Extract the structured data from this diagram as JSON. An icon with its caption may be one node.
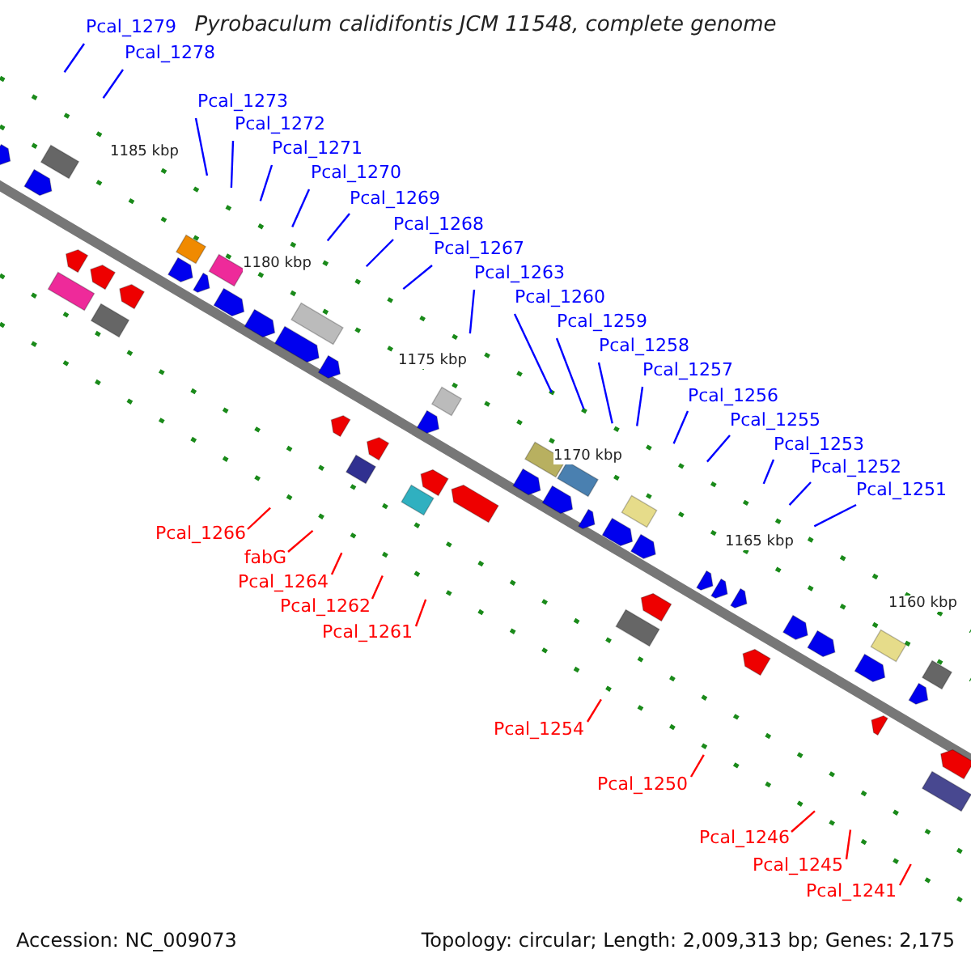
{
  "diagram": {
    "title": "Pyrobaculum calidifontis JCM 11548, complete genome",
    "nodes": [
      {
        "text": [
          "Pcal_1279"
        ]
      },
      {
        "text": [
          "Pcal_1278"
        ]
      },
      {
        "text": [
          "Pcal_1273"
        ]
      },
      {
        "text": [
          "Pcal_1272"
        ]
      },
      {
        "text": [
          "Pcal_1271"
        ]
      },
      {
        "text": [
          "Pcal_1270"
        ]
      },
      {
        "text": [
          "Pcal_1269"
        ]
      },
      {
        "text": [
          "Pcal_1268"
        ]
      },
      {
        "text": [
          "Pcal_1267"
        ]
      },
      {
        "text": [
          "Pcal_1263"
        ]
      },
      {
        "text": [
          "Pcal_1260"
        ]
      },
      {
        "text": [
          "Pcal_1259"
        ]
      },
      {
        "text": [
          "Pcal_1258"
        ]
      },
      {
        "text": [
          "Pcal_1257"
        ]
      },
      {
        "text": [
          "Pcal_1256"
        ]
      },
      {
        "text": [
          "Pcal_1255"
        ]
      },
      {
        "text": [
          "Pcal_1253"
        ]
      },
      {
        "text": [
          "Pcal_1252"
        ]
      },
      {
        "text": [
          "Pcal_1251"
        ]
      },
      {
        "text": [
          "Pcal_1266"
        ]
      },
      {
        "text": [
          "fabG"
        ]
      },
      {
        "text": [
          "Pcal_1264"
        ]
      },
      {
        "text": [
          "Pcal_1262"
        ]
      },
      {
        "text": [
          "Pcal_1261"
        ]
      },
      {
        "text": [
          "Pcal_1254"
        ]
      },
      {
        "text": [
          "Pcal_1250"
        ]
      },
      {
        "text": [
          "Pcal_1246"
        ]
      },
      {
        "text": [
          "Pcal_1245"
        ]
      },
      {
        "text": [
          "Pcal_1241"
        ]
      }
    ],
    "edges": [
      {
        "from": 0,
        "to": null,
        "arrow": "none"
      },
      {
        "from": 1,
        "to": null,
        "arrow": "none"
      },
      {
        "from": 2,
        "to": null,
        "arrow": "none"
      },
      {
        "from": 3,
        "to": null,
        "arrow": "none"
      },
      {
        "from": 4,
        "to": null,
        "arrow": "none"
      },
      {
        "from": 5,
        "to": null,
        "arrow": "none"
      },
      {
        "from": 6,
        "to": null,
        "arrow": "none"
      },
      {
        "from": 7,
        "to": null,
        "arrow": "none"
      },
      {
        "from": 8,
        "to": null,
        "arrow": "none"
      },
      {
        "from": 9,
        "to": null,
        "arrow": "none"
      },
      {
        "from": 10,
        "to": null,
        "arrow": "none"
      },
      {
        "from": 11,
        "to": null,
        "arrow": "none"
      },
      {
        "from": 12,
        "to": null,
        "arrow": "none"
      },
      {
        "from": 13,
        "to": null,
        "arrow": "none"
      },
      {
        "from": 14,
        "to": null,
        "arrow": "none"
      },
      {
        "from": 15,
        "to": null,
        "arrow": "none"
      },
      {
        "from": 16,
        "to": null,
        "arrow": "none"
      },
      {
        "from": 17,
        "to": null,
        "arrow": "none"
      },
      {
        "from": 18,
        "to": null,
        "arrow": "none"
      },
      {
        "from": 19,
        "to": null,
        "arrow": "none",
        "color": "#ff0000"
      },
      {
        "from": 20,
        "to": null,
        "arrow": "none",
        "color": "#ff0000"
      },
      {
        "from": 21,
        "to": null,
        "arrow": "none",
        "color": "#ff0000"
      },
      {
        "from": 22,
        "to": null,
        "arrow": "none",
        "color": "#ff0000"
      },
      {
        "from": 23,
        "to": null,
        "arrow": "none",
        "color": "#ff0000"
      },
      {
        "from": 24,
        "to": null,
        "arrow": "none",
        "color": "#ff0000"
      },
      {
        "from": 25,
        "to": null,
        "arrow": "none",
        "color": "#ff0000"
      },
      {
        "from": 26,
        "to": null,
        "arrow": "none",
        "color": "#ff0000"
      },
      {
        "from": 27,
        "to": null,
        "arrow": "none",
        "color": "#ff0000"
      },
      {
        "from": 28,
        "to": null,
        "arrow": "none",
        "color": "#ff0000"
      }
    ],
    "labels": [
      "1185 kbp",
      "1180 kbp",
      "1175 kbp",
      "1170 kbp",
      "1165 kbp",
      "1160 kbp",
      "Accession: NC_009073",
      "Topology: circular; Length: 2,009,313 bp; Genes: 2,175"
    ]
  }
}
